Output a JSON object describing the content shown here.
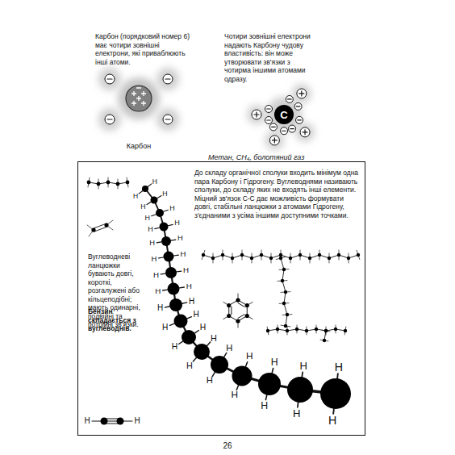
{
  "diagram": {
    "nodes": [
      {
        "text": [
          "C"
        ]
      },
      {
        "text": [
          "До складу органічної сполуки входить мінімум одна пара Карбону і Гідрогену. Вуглеводнями називають сполуки, до складу яких не входять інші елементи. Міцний зв'язок C-C дає можливість формувати довгі, стабільні ланцюжки з атомами Гідрогену, з'єднаними з усіма іншими доступними точками.",
          "Вуглеводневі ланцюжки бувають довгі, короткі, розгалужені або кільцеподібні; мають одинарні, подвійні та потрійні зв'язки.",
          "Бензин складається з вуглеводнів."
        ]
      }
    ],
    "labels": [
      "Карбон (порядковий номер 6) має чотири зовнішні електрони, які приваблюють інші атоми.",
      "Карбон",
      "Чотири зовнішні електрони надають Карбону чудову властивість: він може утворювати зв'язки з чотирма іншими атомами одразу.",
      "Метан, CH₄, болотяний газ",
      "26",
      "H",
      "H",
      "H",
      "H",
      "H",
      "H",
      "H",
      "H",
      "H",
      "H",
      "H",
      "H",
      "H",
      "H",
      "H",
      "H",
      "H",
      "H",
      "H",
      "H",
      "H",
      "H",
      "H",
      "H",
      "H",
      "H",
      "H",
      "H",
      "H",
      "H",
      "H",
      "H",
      "H",
      "H",
      "H",
      "H"
    ]
  }
}
